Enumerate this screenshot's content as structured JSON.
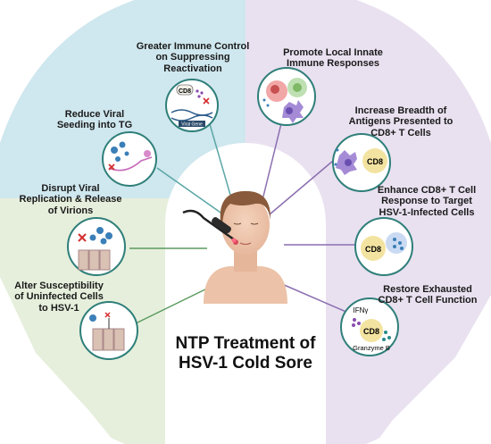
{
  "title": {
    "line1": "NTP Treatment of",
    "line2": "HSV-1 Cold Sore"
  },
  "left_panels": [
    {
      "label": "Greater Immune Control on Suppressing Reactivation",
      "lines": [
        "Greater Immune Control",
        "on Suppressing",
        "Reactivation"
      ]
    },
    {
      "label": "Reduce Viral Seeding into TG",
      "lines": [
        "Reduce Viral",
        "Seeding into TG"
      ]
    },
    {
      "label": "Disrupt Viral Replication & Release of Virions",
      "lines": [
        "Disrupt Viral",
        "Replication & Release",
        "of Virions"
      ]
    },
    {
      "label": "Alter Susceptibility of Uninfected Cells to HSV-1",
      "lines": [
        "Alter Susceptibility",
        "of Uninfected Cells",
        "to HSV-1"
      ]
    }
  ],
  "right_panels": [
    {
      "label": "Promote Local Innate Immune Responses",
      "lines": [
        "Promote Local Innate",
        "Immune Responses"
      ]
    },
    {
      "label": "Increase Breadth of Antigens Presented to CD8+ T Cells",
      "lines": [
        "Increase Breadth of",
        "Antigens Presented to",
        "CD8+ T Cells"
      ]
    },
    {
      "label": "Enhance CD8+ T Cell Response to Target HSV-1-Infected Cells",
      "lines": [
        "Enhance CD8+ T Cell",
        "Response to Target",
        "HSV-1-Infected Cells"
      ]
    },
    {
      "label": "Restore Exhausted CD8+ T Cell Function",
      "lines": [
        "Restore Exhausted",
        "CD8+ T Cell Function"
      ]
    }
  ],
  "icon_text": {
    "cd8": "CD8",
    "viral_gene": "Viral Gene",
    "ifn": "IFNγ",
    "granzyme": "Granzyme B"
  },
  "colors": {
    "blue_sector": "#cfe7ee",
    "green_sector": "#e6efdc",
    "purple_sector": "#e9e1f0",
    "line_color": "#5b9a5f",
    "purple_line": "#8b6fb0",
    "circle_stroke": "#2f7f7a"
  }
}
